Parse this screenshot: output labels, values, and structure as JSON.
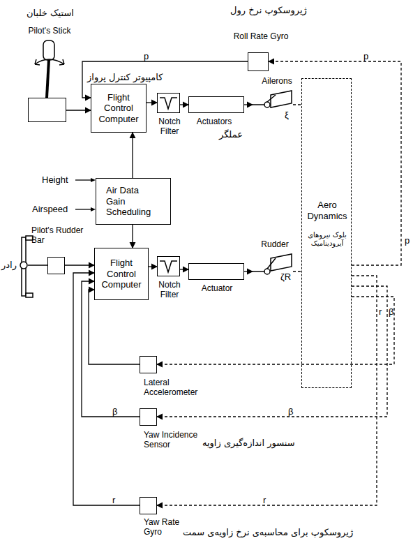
{
  "diagram": {
    "nodes": [
      {
        "text": [
          "Pilot's Stick"
        ]
      },
      {
        "text": [
          "Roll Rate Gyro"
        ]
      },
      {
        "text": [
          "Flight Control Computer"
        ]
      },
      {
        "text": [
          "Notch Filter"
        ]
      },
      {
        "text": [
          "Actuators"
        ]
      },
      {
        "text": [
          "Ailerons"
        ]
      },
      {
        "text": [
          "Aero Dynamics",
          "بلوک نیروهای آیرودینامیک"
        ]
      },
      {
        "text": [
          "Air Data Gain Scheduling"
        ]
      },
      {
        "text": [
          "Pilot's Rudder Bar"
        ]
      },
      {
        "text": [
          "Flight Control Computer"
        ]
      },
      {
        "text": [
          "Notch Filter"
        ]
      },
      {
        "text": [
          "Actuator"
        ]
      },
      {
        "text": [
          "Rudder"
        ]
      },
      {
        "text": [
          "Lateral Accelerometer"
        ]
      },
      {
        "text": [
          "Yaw Incidence Sensor"
        ]
      },
      {
        "text": [
          "Yaw Rate Gyro"
        ]
      }
    ],
    "edges": [
      {
        "from": 0,
        "to": 2,
        "arrow": "to"
      },
      {
        "from": 1,
        "to": 2,
        "label": "p",
        "arrow": "to"
      },
      {
        "from": 2,
        "to": 3,
        "arrow": "to"
      },
      {
        "from": 3,
        "to": 4,
        "arrow": "to"
      },
      {
        "from": 4,
        "to": 5,
        "arrow": "to"
      },
      {
        "from": 5,
        "to": 6,
        "arrow": "none"
      },
      {
        "from": 6,
        "to": 1,
        "label": "p",
        "arrow": "to"
      },
      {
        "from": 7,
        "to": 2,
        "arrow": "to"
      },
      {
        "from": 7,
        "to": 9,
        "arrow": "to"
      },
      {
        "from": 8,
        "to": 9,
        "arrow": "to"
      },
      {
        "from": 9,
        "to": 10,
        "arrow": "to"
      },
      {
        "from": 10,
        "to": 11,
        "arrow": "to"
      },
      {
        "from": 11,
        "to": 12,
        "arrow": "to"
      },
      {
        "from": 12,
        "to": 6,
        "arrow": "none"
      },
      {
        "from": 6,
        "to": 13,
        "arrow": "to"
      },
      {
        "from": 6,
        "to": 14,
        "label": "β",
        "arrow": "to"
      },
      {
        "from": 6,
        "to": 15,
        "label": "r",
        "arrow": "to"
      },
      {
        "from": 13,
        "to": 9,
        "arrow": "to"
      },
      {
        "from": 14,
        "to": 9,
        "label": "β",
        "arrow": "to"
      },
      {
        "from": 15,
        "to": 9,
        "label": "r",
        "arrow": "to"
      }
    ],
    "labels": [
      "ژیروسکوپ نرخ رول",
      "استیک خلبان",
      "کامپیوتر کنترل پرواز",
      "عملگر",
      "Height",
      "Airspeed",
      "رادر",
      "ξ",
      "ζR",
      "p",
      "r",
      "β",
      "سنسور اندازه‌گیری زاویه",
      "ژیروسکوپ برای محاسبه‌ی نرخ زاویه‌ی سمت"
    ]
  }
}
